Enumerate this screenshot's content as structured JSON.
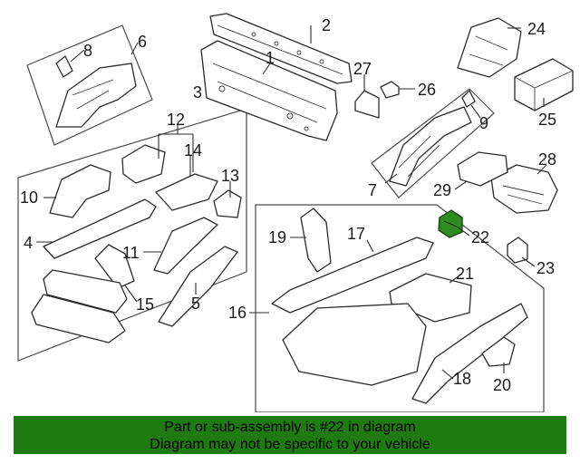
{
  "diagram": {
    "callouts": {
      "c2": "2",
      "c1": "1",
      "c24": "24",
      "c8": "8",
      "c6": "6",
      "c27": "27",
      "c26": "26",
      "c25": "25",
      "c3": "3",
      "c12": "12",
      "c14": "14",
      "c9": "9",
      "c10": "10",
      "c13": "13",
      "c7": "7",
      "c28": "28",
      "c29": "29",
      "c4": "4",
      "c11": "11",
      "c19": "19",
      "c17": "17",
      "c22": "22",
      "c23": "23",
      "c15": "15",
      "c5": "5",
      "c21": "21",
      "c16": "16",
      "c18": "18",
      "c20": "20"
    },
    "highlighted_part": "22",
    "highlight_color": "#2e8b1f"
  },
  "banner": {
    "line1": "Part or sub-assembly is #22 in diagram",
    "line2": "Diagram may not be specific to your vehicle",
    "background": "#1f7a11"
  }
}
